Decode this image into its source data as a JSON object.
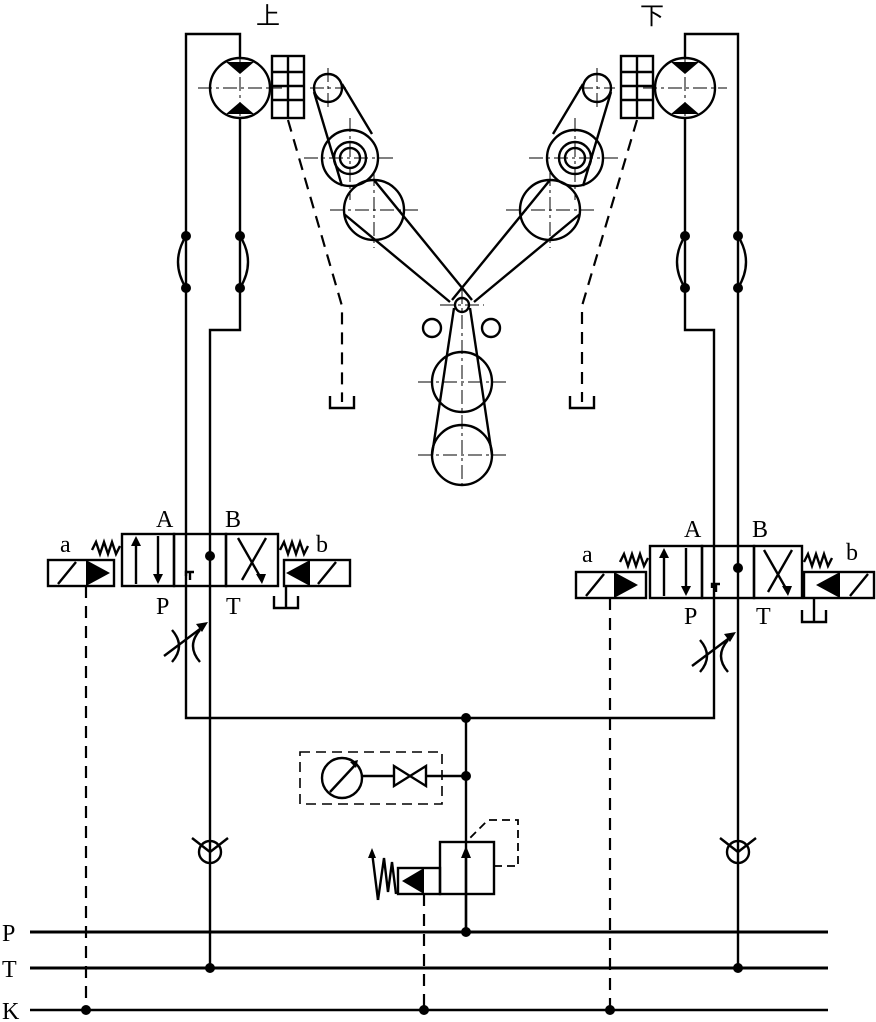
{
  "labels": {
    "upper_motor": "上",
    "lower_motor": "下",
    "port_a": "A",
    "port_b": "B",
    "port_p": "P",
    "port_t": "T",
    "solenoid_a": "a",
    "solenoid_b": "b",
    "line_p": "P",
    "line_t": "T",
    "line_k": "K"
  }
}
